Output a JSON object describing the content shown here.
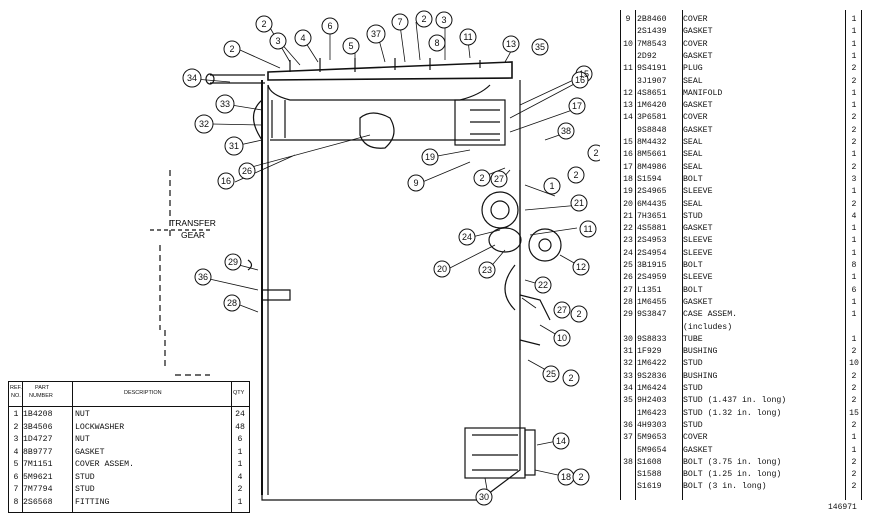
{
  "diagram": {
    "transfer_gear_line1": "TRANSFER",
    "transfer_gear_line2": "GEAR",
    "callouts": [
      "2",
      "3",
      "4",
      "6",
      "7",
      "2",
      "3",
      "8",
      "11",
      "13",
      "35",
      "2",
      "5",
      "37",
      "34",
      "33",
      "32",
      "31",
      "26",
      "16",
      "15",
      "16",
      "17",
      "38",
      "19",
      "2",
      "9",
      "2",
      "27",
      "2",
      "1",
      "21",
      "24",
      "11",
      "12",
      "20",
      "23",
      "22",
      "27",
      "2",
      "10",
      "25",
      "2",
      "14",
      "18",
      "2",
      "30",
      "29",
      "36",
      "28"
    ]
  },
  "parts_right": {
    "rows": [
      {
        "idx": "9",
        "pn": "2B8460",
        "desc": "COVER",
        "qty": "1"
      },
      {
        "idx": "",
        "pn": "2S1439",
        "desc": "GASKET",
        "qty": "1"
      },
      {
        "idx": "10",
        "pn": "7M8543",
        "desc": "COVER",
        "qty": "1"
      },
      {
        "idx": "",
        "pn": "2D92",
        "desc": "GASKET",
        "qty": "1"
      },
      {
        "idx": "11",
        "pn": "9S4191",
        "desc": "PLUG",
        "qty": "2"
      },
      {
        "idx": "",
        "pn": "3J1907",
        "desc": "SEAL",
        "qty": "2"
      },
      {
        "idx": "12",
        "pn": "4S8651",
        "desc": "MANIFOLD",
        "qty": "1"
      },
      {
        "idx": "13",
        "pn": "1M6420",
        "desc": "GASKET",
        "qty": "1"
      },
      {
        "idx": "14",
        "pn": "3P6581",
        "desc": "COVER",
        "qty": "2"
      },
      {
        "idx": "",
        "pn": "9S8848",
        "desc": "GASKET",
        "qty": "2"
      },
      {
        "idx": "15",
        "pn": "8M4432",
        "desc": "SEAL",
        "qty": "2"
      },
      {
        "idx": "16",
        "pn": "8M5661",
        "desc": "SEAL",
        "qty": "1"
      },
      {
        "idx": "17",
        "pn": "8M4986",
        "desc": "SEAL",
        "qty": "2"
      },
      {
        "idx": "18",
        "pn": "S1594",
        "desc": "BOLT",
        "qty": "3"
      },
      {
        "idx": "19",
        "pn": "2S4965",
        "desc": "SLEEVE",
        "qty": "1"
      },
      {
        "idx": "20",
        "pn": "6M4435",
        "desc": "SEAL",
        "qty": "2"
      },
      {
        "idx": "21",
        "pn": "7H3651",
        "desc": "STUD",
        "qty": "4"
      },
      {
        "idx": "22",
        "pn": "4S5881",
        "desc": "GASKET",
        "qty": "1"
      },
      {
        "idx": "23",
        "pn": "2S4953",
        "desc": "SLEEVE",
        "qty": "1"
      },
      {
        "idx": "24",
        "pn": "2S4954",
        "desc": "SLEEVE",
        "qty": "1"
      },
      {
        "idx": "25",
        "pn": "3B1915",
        "desc": "BOLT",
        "qty": "8"
      },
      {
        "idx": "26",
        "pn": "2S4959",
        "desc": "SLEEVE",
        "qty": "1"
      },
      {
        "idx": "27",
        "pn": "L1351",
        "desc": "BOLT",
        "qty": "6"
      },
      {
        "idx": "28",
        "pn": "1M6455",
        "desc": "GASKET",
        "qty": "1"
      },
      {
        "idx": "29",
        "pn": "9S3847",
        "desc": "CASE ASSEM.",
        "qty": "1"
      },
      {
        "idx": "",
        "pn": "",
        "desc": "(includes)",
        "qty": ""
      },
      {
        "idx": "30",
        "pn": "9S8833",
        "desc": "TUBE",
        "qty": "1"
      },
      {
        "idx": "31",
        "pn": "1F929",
        "desc": "BUSHING",
        "qty": "2"
      },
      {
        "idx": "32",
        "pn": "1M6422",
        "desc": "STUD",
        "qty": "10"
      },
      {
        "idx": "33",
        "pn": "9S2836",
        "desc": "BUSHING",
        "qty": "2"
      },
      {
        "idx": "34",
        "pn": "1M6424",
        "desc": "STUD",
        "qty": "2"
      },
      {
        "idx": "35",
        "pn": "9H2403",
        "desc": "STUD (1.437 in. long)",
        "qty": "2"
      },
      {
        "idx": "",
        "pn": "1M6423",
        "desc": "STUD (1.32 in. long)",
        "qty": "15"
      },
      {
        "idx": "36",
        "pn": "4H9303",
        "desc": "STUD",
        "qty": "2"
      },
      {
        "idx": "37",
        "pn": "5M9653",
        "desc": "COVER",
        "qty": "1"
      },
      {
        "idx": "",
        "pn": "5M9654",
        "desc": "GASKET",
        "qty": "1"
      },
      {
        "idx": "38",
        "pn": "S1608",
        "desc": "BOLT (3.75 in. long)",
        "qty": "2"
      },
      {
        "idx": "",
        "pn": "S1588",
        "desc": "BOLT (1.25 in. long)",
        "qty": "2"
      },
      {
        "idx": "",
        "pn": "S1619",
        "desc": "BOLT (3 in. long)",
        "qty": "2"
      }
    ]
  },
  "parts_left": {
    "header": {
      "no_line1": "REF.",
      "no_line2": "NO.",
      "part_line1": "PART",
      "part_line2": "NUMBER",
      "description": "DESCRIPTION",
      "qty": "QTY"
    },
    "rows": [
      {
        "idx": "1",
        "pn": "1B4208",
        "desc": "NUT",
        "qty": "24"
      },
      {
        "idx": "2",
        "pn": "3B4506",
        "desc": "LOCKWASHER",
        "qty": "48"
      },
      {
        "idx": "3",
        "pn": "1D4727",
        "desc": "NUT",
        "qty": "6"
      },
      {
        "idx": "4",
        "pn": "8B9777",
        "desc": "GASKET",
        "qty": "1"
      },
      {
        "idx": "5",
        "pn": "7M1151",
        "desc": "COVER ASSEM.",
        "qty": "1"
      },
      {
        "idx": "6",
        "pn": "5M9621",
        "desc": "STUD",
        "qty": "4"
      },
      {
        "idx": "7",
        "pn": "7M7794",
        "desc": "STUD",
        "qty": "2"
      },
      {
        "idx": "8",
        "pn": "2S6568",
        "desc": "FITTING",
        "qty": "1"
      }
    ]
  },
  "figure_number": "146971"
}
